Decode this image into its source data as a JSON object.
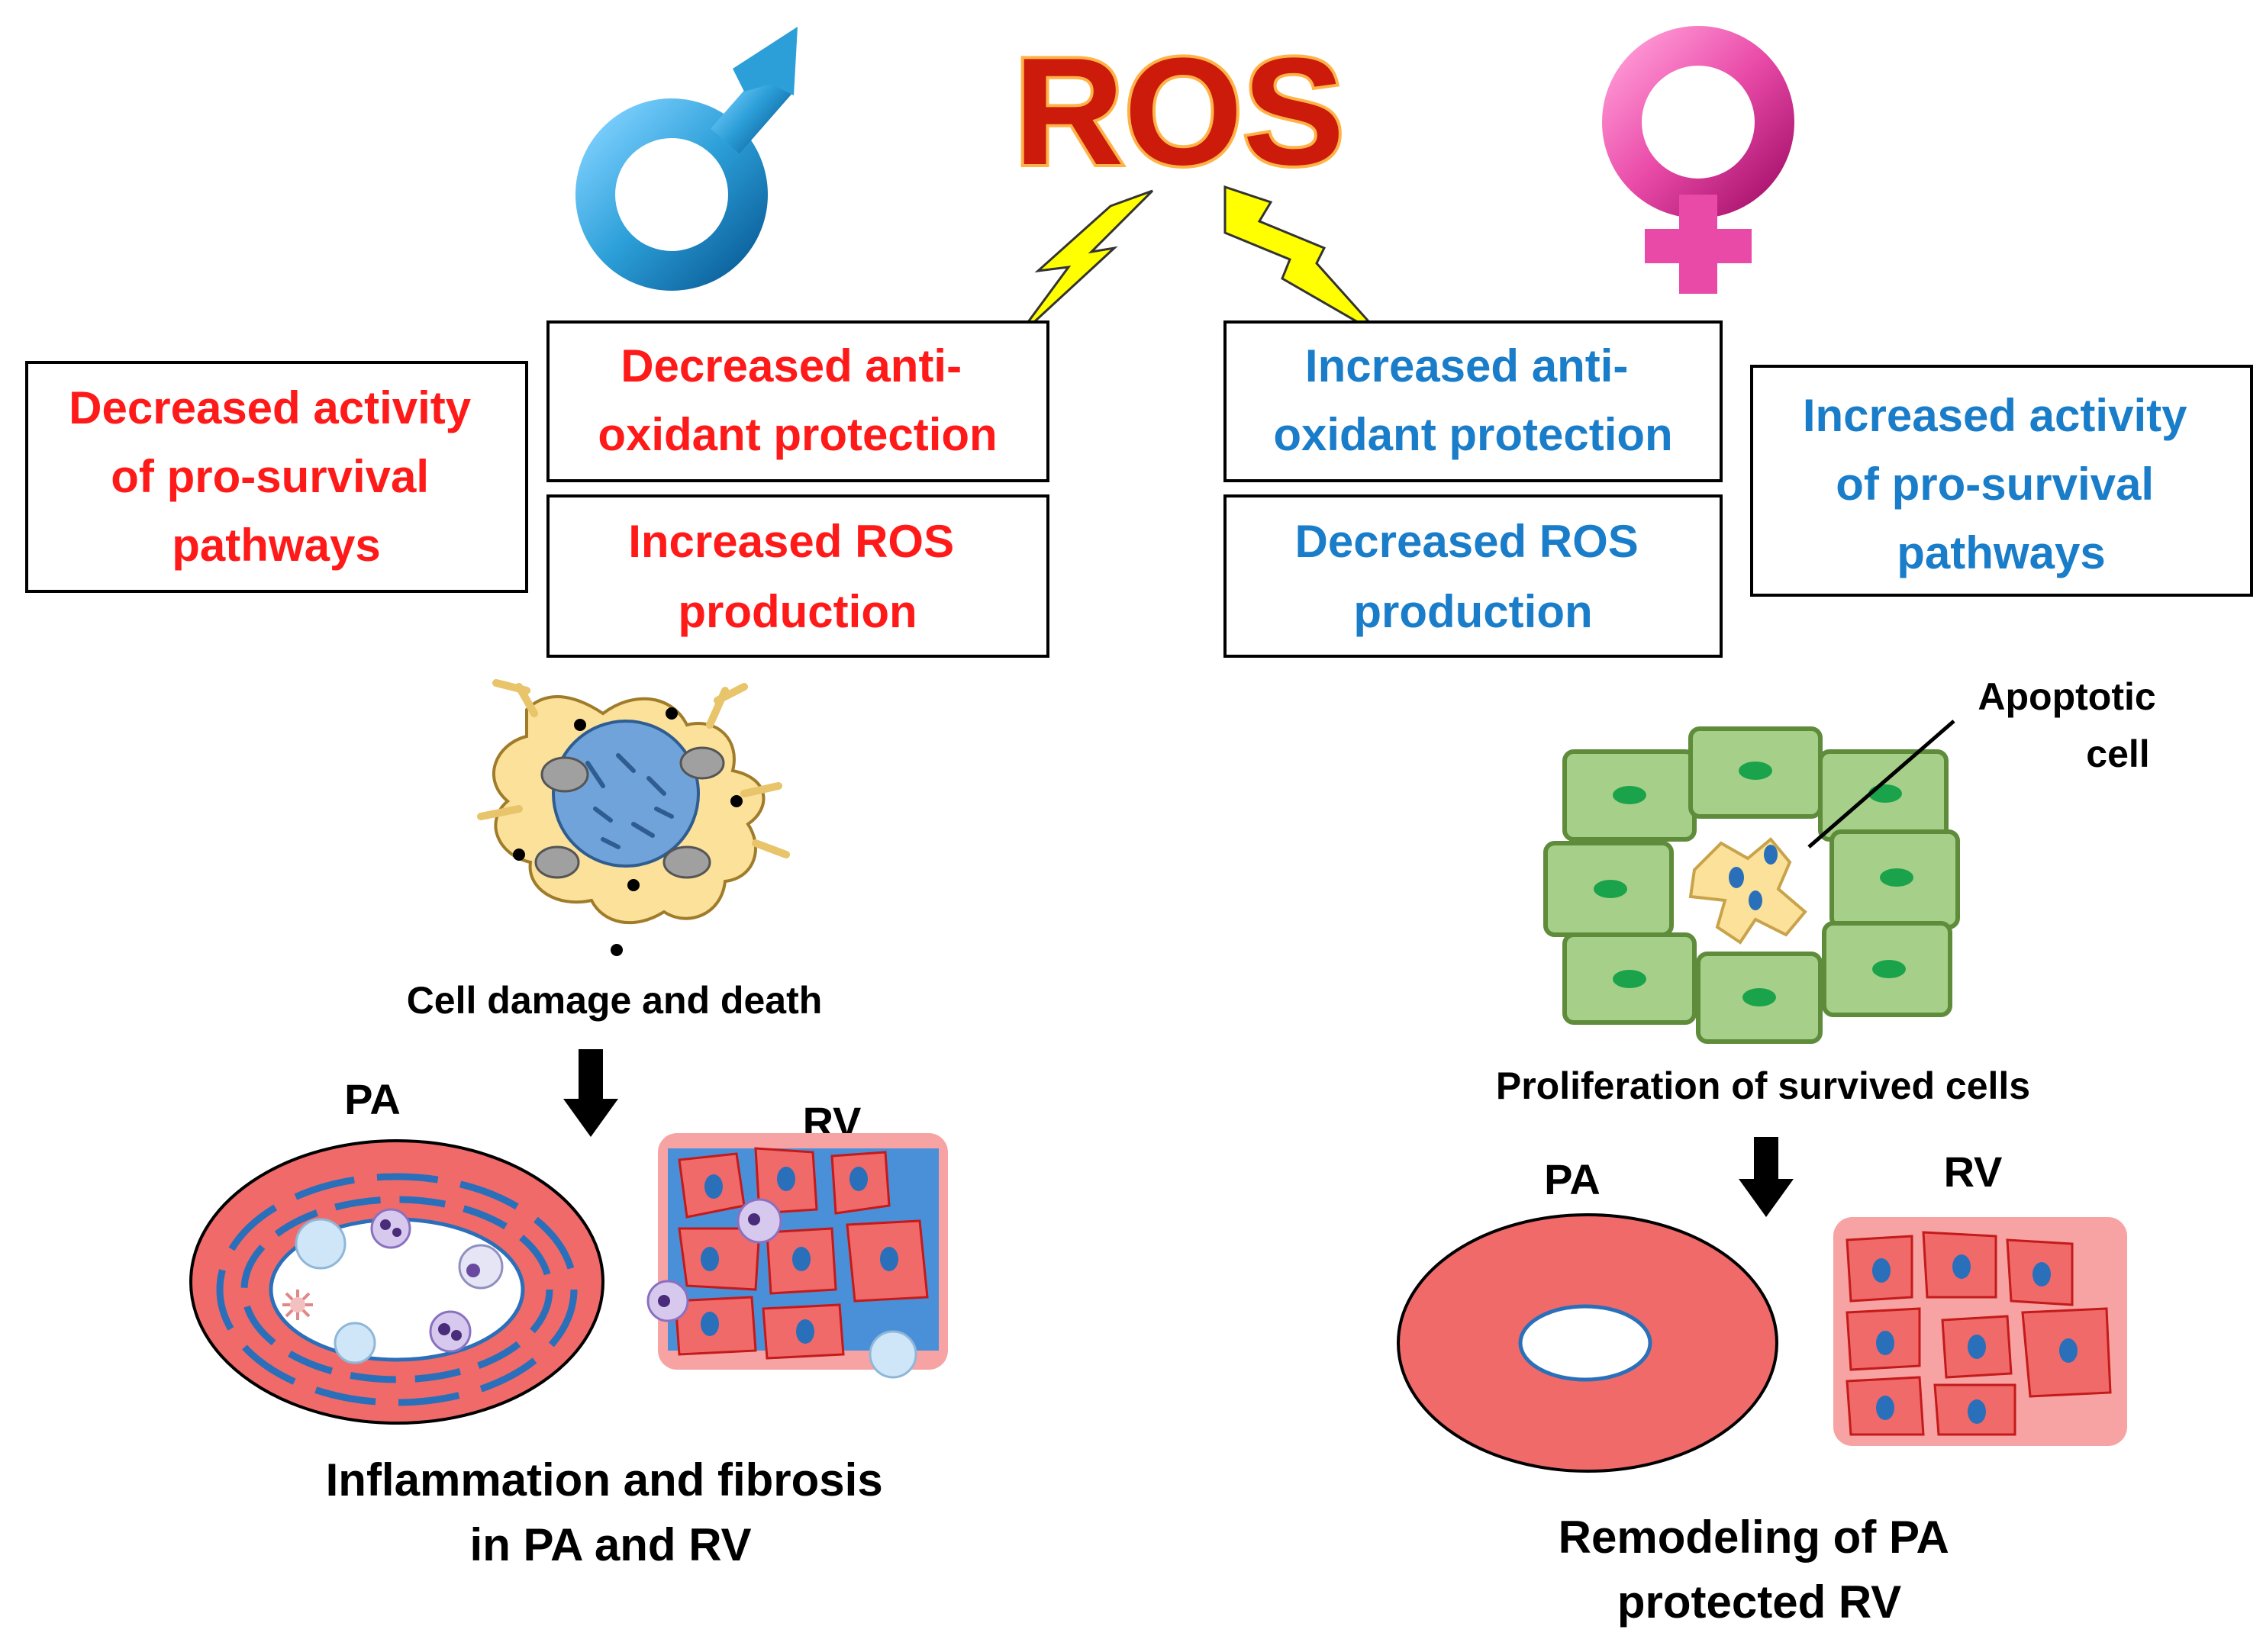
{
  "title": "ROS",
  "colors": {
    "male_text": "#ff1a1a",
    "female_text": "#1a7dc9",
    "ros_fill": "#cc1b0a",
    "ros_glow": "#ffb347",
    "bolt": "#ffff00",
    "male_symbol": "#2c9fd8",
    "female_symbol": "#e94aa8",
    "tissue_red": "#f06a6a",
    "tissue_bg": "#f7a3a3",
    "cell_green": "#a6d08a",
    "cell_green_border": "#5e8c3b",
    "nucleus_blue": "#2a6fba",
    "fibrosis_blue": "#4a90d9"
  },
  "male": {
    "box_pathways": [
      "Decreased activity",
      "of pro-survival",
      "pathways"
    ],
    "box_antioxidant": [
      "Decreased anti-",
      "oxidant protection"
    ],
    "box_ros": [
      "Increased ROS",
      "production"
    ],
    "cell_caption": "Cell damage and death",
    "pa_label": "PA",
    "rv_label": "RV",
    "outcome": [
      "Inflammation and fibrosis",
      "in PA and RV"
    ]
  },
  "female": {
    "box_antioxidant": [
      "Increased anti-",
      "oxidant protection"
    ],
    "box_ros": [
      "Decreased ROS",
      "production"
    ],
    "box_pathways": [
      "Increased activity",
      "of pro-survival",
      "pathways"
    ],
    "apoptotic_label": [
      "Apoptotic",
      "cell"
    ],
    "cell_caption": "Proliferation of survived cells",
    "pa_label": "PA",
    "rv_label": "RV",
    "outcome": [
      "Remodeling of PA",
      "protected RV"
    ]
  }
}
